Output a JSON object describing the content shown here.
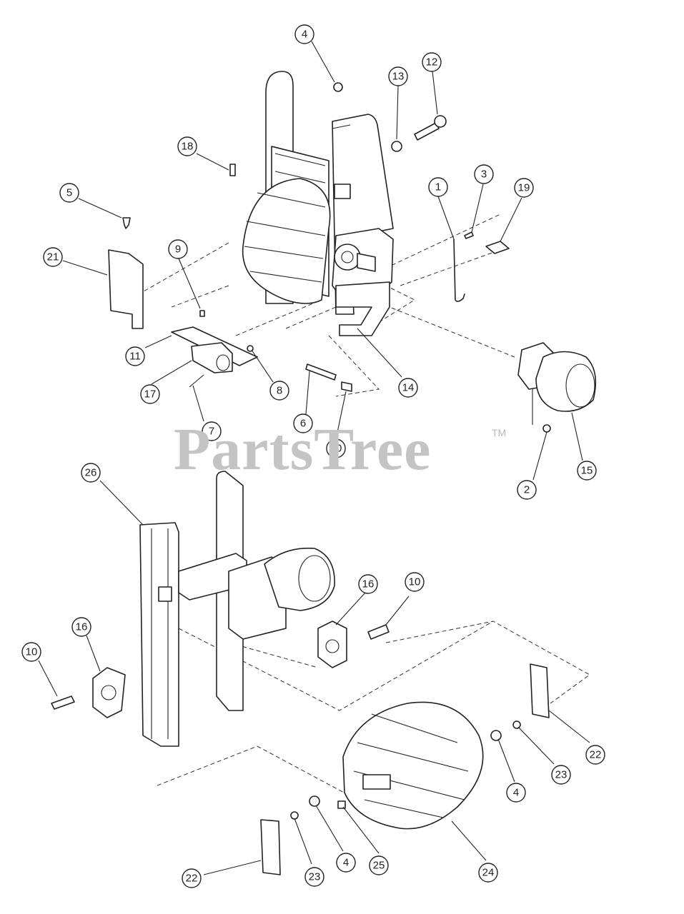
{
  "watermark": {
    "text": "PartsTree",
    "trademark": "TM"
  },
  "callouts": [
    "1",
    "2",
    "3",
    "4",
    "5",
    "6",
    "7",
    "8",
    "9",
    "10",
    "11",
    "12",
    "13",
    "14",
    "15",
    "16",
    "17",
    "18",
    "19",
    "20",
    "21",
    "22",
    "23",
    "24",
    "25",
    "26"
  ]
}
